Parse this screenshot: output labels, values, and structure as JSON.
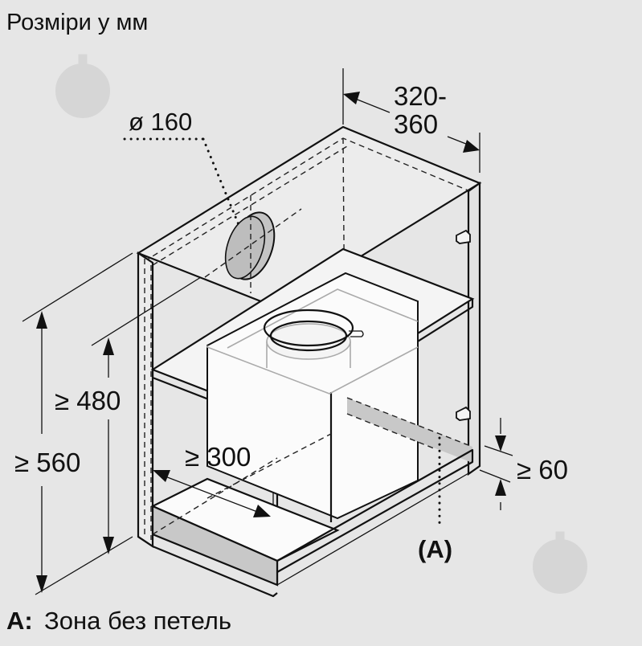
{
  "title": "Розміри у мм",
  "colors": {
    "background": "#e6e6e6",
    "line": "#111111",
    "panel_shaded": "#c8c8c8",
    "panel_light": "#f4f4f4",
    "panel_white": "#fbfbfb",
    "duct_fill": "#bdbdbd",
    "watermark": "#d6d6d6"
  },
  "dimensions": {
    "depth": {
      "line1": "320-",
      "line2": "360"
    },
    "duct_diameter": "ø 160",
    "height_min_inner": "≥ 480",
    "height_min_total": "≥ 560",
    "width_min": "≥ 300",
    "bottom_gap_min": "≥ 60"
  },
  "callout": {
    "label": "(A)"
  },
  "legend": {
    "key": "A:",
    "text": "Зона без петель"
  },
  "watermarks": [
    {
      "icon": "watermark-trowel-icon",
      "position": "top-left"
    },
    {
      "icon": "watermark-trowel-icon",
      "position": "bottom-right"
    }
  ]
}
